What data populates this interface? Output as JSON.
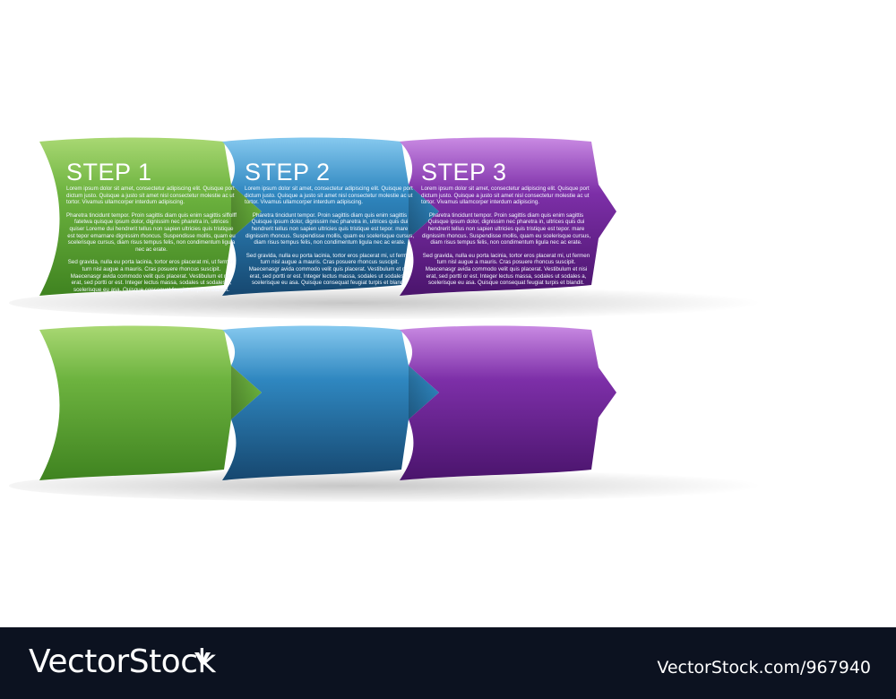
{
  "colors": {
    "green": "#6db33f",
    "blue": "#2f87c0",
    "purple": "#7d2fa8",
    "footer": "#0c1220"
  },
  "steps": [
    {
      "title": "STEP 1",
      "p1": "Lorem ipsum dolor sit amet, consectetur adipiscing elit. Quisque port dictum justo. Quisque a justo sit amet nisl consectetur molestie ac ut tortor. Vivamus ullamcorper interdum adipiscing.",
      "p2": "Pharetra tincidunt tempor. Proin sagittis diam quis enim sagittis siffolff fatetwa quisque ipsum dolor, dignissim nec pharetra in, ultrices quiser Loreme dui hendrerit tellus non sapien ultricies quis tristique est tepor emarnare dignissim rhoncus. Suspendisse mollis, quam eu scelerisque cursus, diam risus tempus felis, non condimentum ligula nec ac erate.",
      "p3": "Sed gravida, nulla eu porta lacinia, tortor eros placerat mi, ut fermen turn nisl augue a mauris. Cras posuere rhoncus suscipit. Maecenasgr avida commodo velit quis placerat. Vestibulum et nisi erat, sed portti or est. Integer lectus massa, sodales ut sodales a, scelerisque eu asa. Quisque consequat feugiat turpis et blandit."
    },
    {
      "title": "STEP 2",
      "p1": "Lorem ipsum dolor sit amet, consectetur adipiscing elit. Quisque port dictum justo. Quisque a justo sit amet nisl consectetur molestie ac ut tortor. Vivamus ullamcorper interdum adipiscing.",
      "p2": "Pharetra tincidunt tempor. Proin sagittis diam quis enim sagittis Quisque ipsum dolor, dignissim nec pharetra in, ultrices quis dui hendrerit tellus non sapien ultricies quis tristique est tepor. mare dignissim rhoncus. Suspendisse mollis, quam eu scelerisque cursus, diam risus tempus felis, non condimentum ligula nec ac erate.",
      "p3": "Sed gravida, nulla eu porta lacinia, tortor eros placerat mi, ut fermen turn nisl augue a mauris. Cras posuere rhoncus suscipit. Maecenasgr avida commodo velit quis placerat. Vestibulum et nisi erat, sed portti or est. Integer lectus massa, sodales ut sodales a, scelerisque eu asa. Quisque consequat feugiat turpis et blandit."
    },
    {
      "title": "STEP 3",
      "p1": "Lorem ipsum dolor sit amet, consectetur adipiscing elit. Quisque port dictum justo. Quisque a justo sit amet nisl consectetur molestie ac ut tortor. Vivamus ullamcorper interdum adipiscing.",
      "p2": "Pharetra tincidunt tempor. Proin sagittis diam quis enim sagittis Quisque ipsum dolor, dignissim nec pharetra in, ultrices quis dui hendrerit tellus non sapien ultricies quis tristique est tepor. mare dignissim rhoncus. Suspendisse mollis, quam eu scelerisque cursus, diam risus tempus felis, non condimentum ligula nec ac erate.",
      "p3": "Sed gravida, nulla eu porta lacinia, tortor eros placerat mi, ut fermen turn nisl augue a mauris. Cras posuere rhoncus suscipit. Maecenasgr avida commodo velit quis placerat. Vestibulum et nisi erat, sed portti or est. Integer lectus massa, sodales ut sodales a, scelerisque eu asa. Quisque consequat feugiat turpis et blandit."
    }
  ],
  "footer": {
    "brand": "VectorStock",
    "reference": "VectorStock.com/967940"
  }
}
